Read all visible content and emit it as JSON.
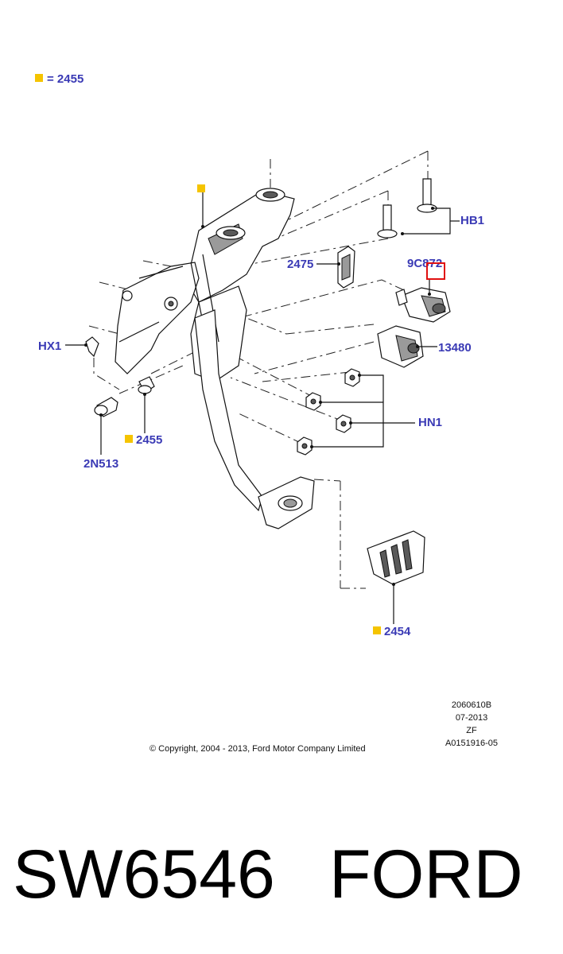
{
  "legend": {
    "label": "= 2455"
  },
  "callouts": {
    "hb1": "HB1",
    "p2475": "2475",
    "p9c872": "9C872",
    "p13480": "13480",
    "hx1": "HX1",
    "hn1": "HN1",
    "p2455": "2455",
    "p2n513": "2N513",
    "p2454": "2454"
  },
  "metadata": {
    "line1": "2060610B",
    "line2": "07-2013",
    "line3": "ZF",
    "line4": "A0151916-05"
  },
  "copyright": "© Copyright, 2004 - 2013, Ford Motor Company Limited",
  "banner": {
    "code": "SW6546",
    "brand": "FORD"
  },
  "colors": {
    "callout": "#3a3ab5",
    "marker": "#f5c400",
    "highlight": "#e01010"
  }
}
